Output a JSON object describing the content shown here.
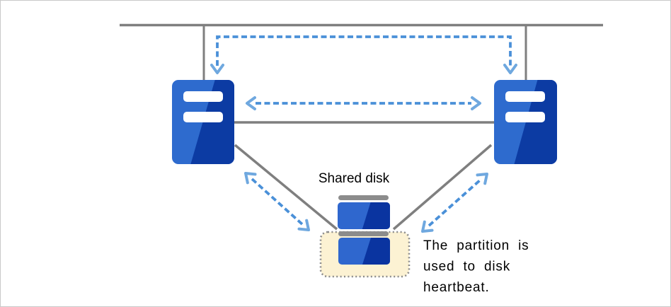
{
  "labels": {
    "shared_disk": "Shared disk",
    "partition_note": {
      "line1": "The partition is",
      "line2": "used to disk",
      "line3": "heartbeat."
    }
  },
  "colors": {
    "connection_gray": "#7f7f7f",
    "heartbeat_dash_blue": "#4a90d8",
    "arrowhead_blue": "#6fa8df",
    "server_body_light": "#2e6bce",
    "server_body_dark": "#0c3ba3",
    "disk_body_light": "#2f67ce",
    "disk_body_dark": "#0a34a0",
    "disk_cap_gray": "#8c8c8c",
    "partition_highlight_fill": "#fcf2d3",
    "partition_highlight_border": "#8c8c8c",
    "label_text": "#000000",
    "canvas_border": "#c9c9c9"
  },
  "structure": {
    "nodes": [
      "server-left",
      "server-right",
      "shared-disk"
    ],
    "highlighted_region": "disk-heartbeat-partition",
    "connections": [
      "public-network-bus",
      "lan-heartbeat-arrow-top",
      "lan-heartbeat-arrow-middle",
      "interconnect-line",
      "disk-cable-left",
      "disk-cable-right",
      "disk-heartbeat-arrow-left",
      "disk-heartbeat-arrow-right"
    ]
  }
}
